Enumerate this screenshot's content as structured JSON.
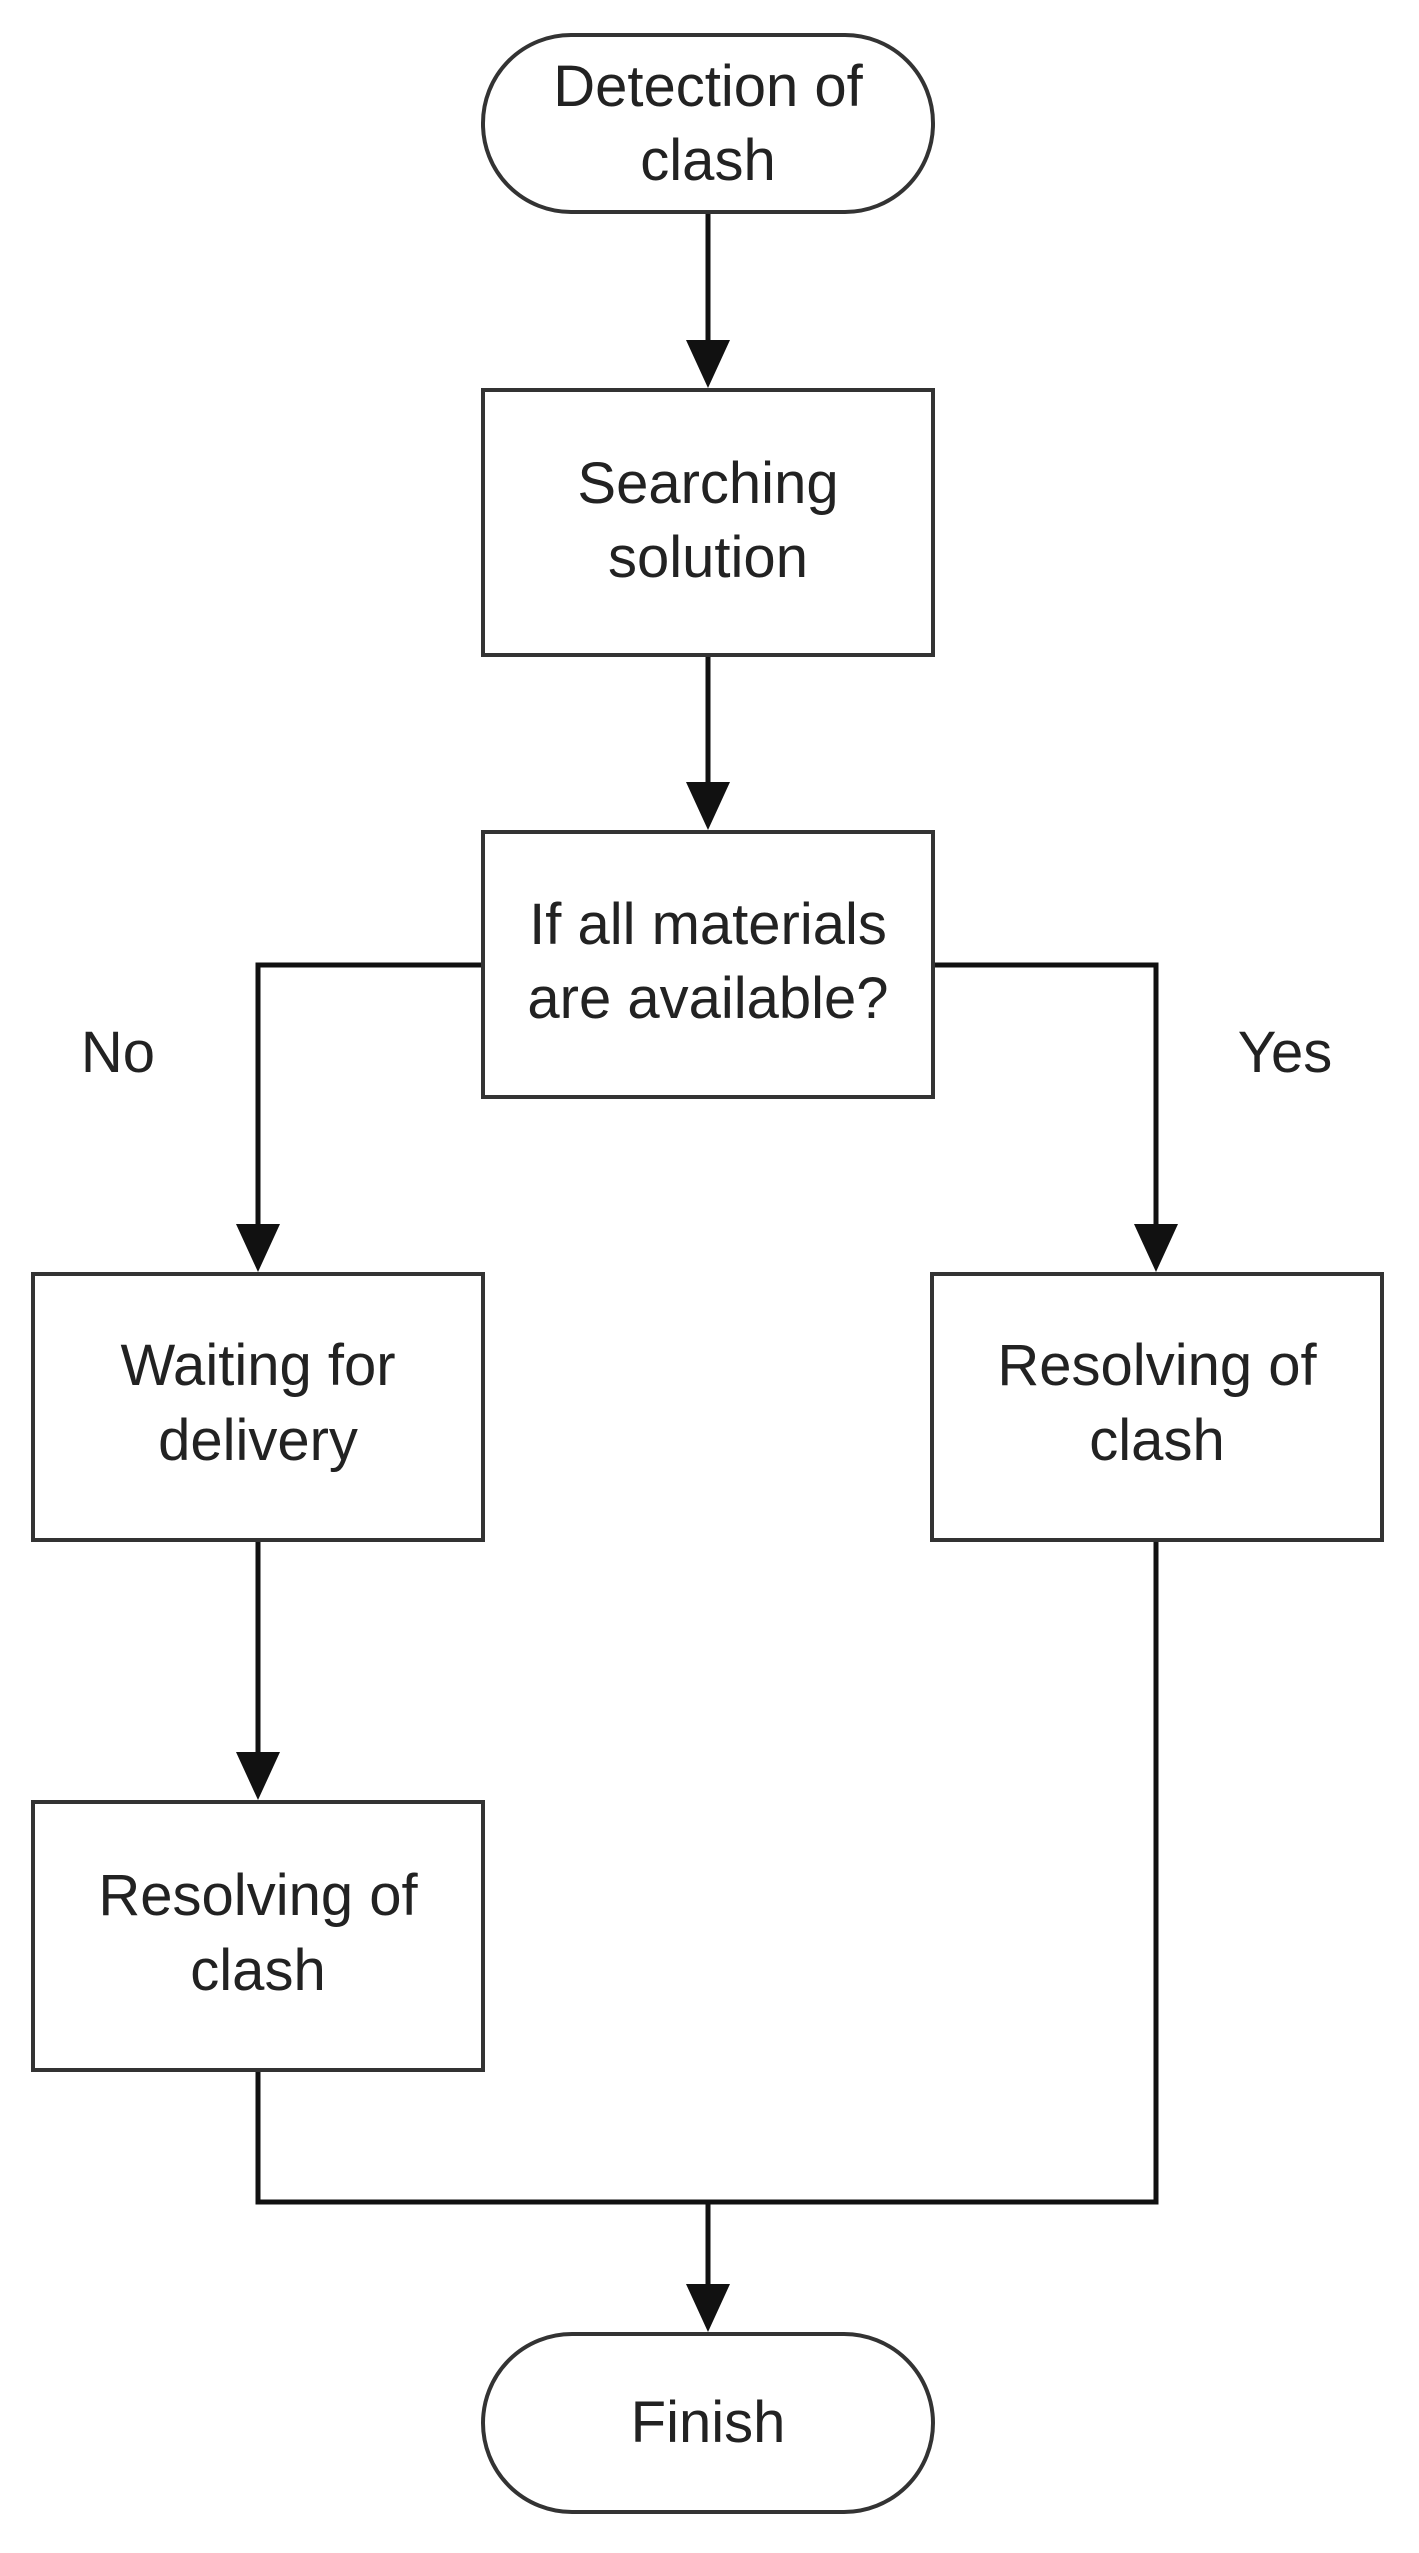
{
  "nodes": {
    "start": {
      "shape": "terminator",
      "lines": [
        "Detection of",
        "clash"
      ]
    },
    "search": {
      "shape": "process",
      "lines": [
        "Searching",
        "solution"
      ]
    },
    "check": {
      "shape": "process",
      "lines": [
        "If all materials",
        "are available?"
      ]
    },
    "waiting": {
      "shape": "process",
      "lines": [
        "Waiting for",
        "delivery"
      ]
    },
    "resolve_yes": {
      "shape": "process",
      "lines": [
        "Resolving of",
        "clash"
      ]
    },
    "resolve_no": {
      "shape": "process",
      "lines": [
        "Resolving of",
        "clash"
      ]
    },
    "finish": {
      "shape": "terminator",
      "lines": [
        "Finish"
      ]
    }
  },
  "branch_labels": {
    "no": "No",
    "yes": "Yes"
  },
  "colors": {
    "stroke": "#333333",
    "text": "#222222",
    "arrow": "#111111",
    "background": "#ffffff"
  }
}
